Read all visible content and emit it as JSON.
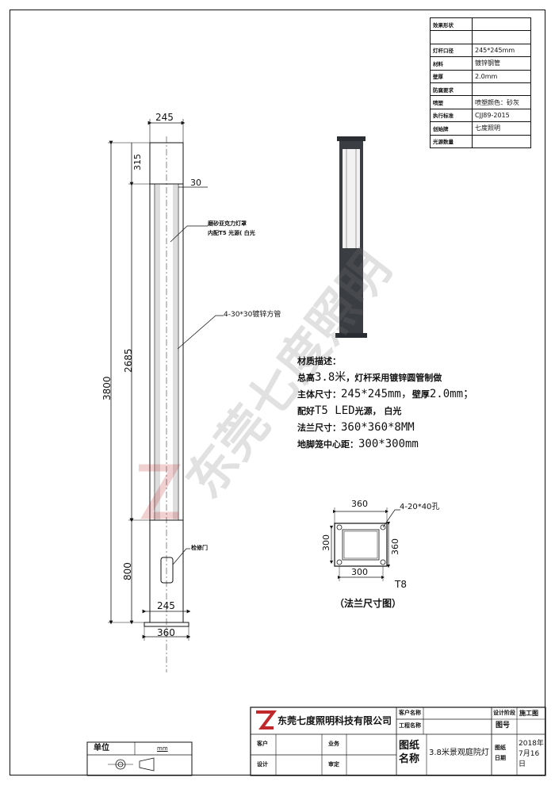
{
  "spec_table": {
    "rows": [
      {
        "key": "效果形状",
        "value": ""
      },
      {
        "key": "",
        "value": ""
      },
      {
        "key": "灯杆口径",
        "value": "245*245mm"
      },
      {
        "key": "材料",
        "value": "镀锌钢管"
      },
      {
        "key": "壁厚",
        "value": "2.0mm"
      },
      {
        "key": "防腐要求",
        "value": ""
      },
      {
        "key": "喷塑",
        "value": "喷塑颜色：砂灰"
      },
      {
        "key": "执行标准",
        "value": "CJJ89-2015"
      },
      {
        "key": "创始牌",
        "value": "七度照明"
      },
      {
        "key": "光源数量",
        "value": ""
      }
    ]
  },
  "drawing": {
    "dim_top_width": "245",
    "dim_315": "315",
    "dim_30": "30",
    "dim_2685": "2685",
    "dim_3800": "3800",
    "dim_800": "800",
    "dim_bottom_245": "245",
    "dim_base_360": "360",
    "callout_diffuser_1": "磨砂亚克力灯罩",
    "callout_diffuser_2": "内配T5 光源( 白光",
    "callout_post": "4-30*30镀锌方管",
    "callout_door": "检修门"
  },
  "description": {
    "title": "材质描述：",
    "line1_prefix": "总高",
    "line1_big": "3.8米",
    "line1_rest": "，灯杆采用镀锌圆管制做",
    "line2_prefix": "主体尺寸：",
    "line2_big": "245*245mm，",
    "line2_mid": "壁厚",
    "line2_big2": "2.0mm；",
    "line3_prefix": "配好",
    "line3_big": "T5 LED",
    "line3_rest": "光源，    白光",
    "line4_prefix": "法兰尺寸：",
    "line4_big": "360*360*8MM",
    "line5_prefix": "地脚笼中心距：",
    "line5_big": "300*300mm"
  },
  "flange": {
    "dim_top": "360",
    "dim_left": "300",
    "dim_right": "360",
    "dim_bottom": "300",
    "holes": "4-20*40孔",
    "thickness": "T8",
    "caption": "（法兰尺寸图）"
  },
  "watermark": {
    "text": "东莞七度照明"
  },
  "title_block": {
    "company": "东莞七度照明科技有限公司",
    "customer_name_label": "客户名称",
    "project_name_label": "工程名称",
    "customer_label": "客户",
    "business_label": "业务",
    "design_label": "设计",
    "review_label": "审定",
    "drawing_name_label": "图纸名称",
    "drawing_name": "3.8米景观庭院灯",
    "design_stage_label": "设计阶段",
    "design_stage": "施工图",
    "drawing_no_label": "图号",
    "date_label": "图纸日期",
    "date": "2018年7月16日"
  },
  "unit_block": {
    "label": "单位",
    "value": "mm"
  }
}
